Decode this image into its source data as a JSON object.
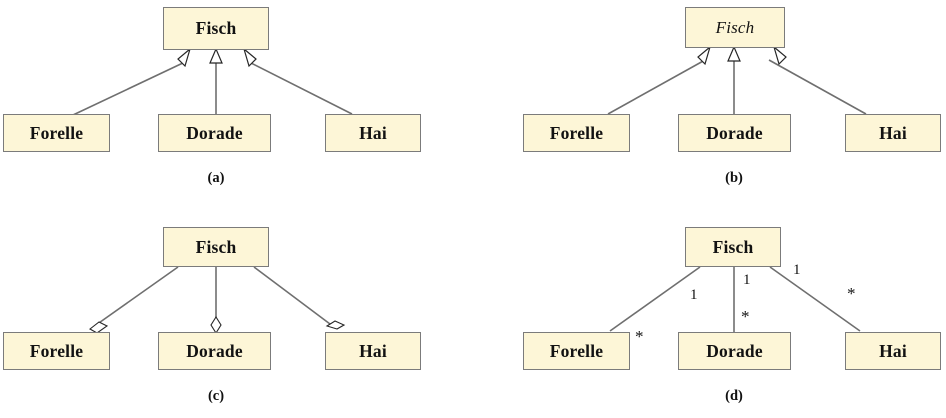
{
  "figure": {
    "title": "UML class relationship variants",
    "colors": {
      "box_fill": "#fdf6d7",
      "box_border": "#7b7b7b",
      "line": "#6f6f6f",
      "text": "#121212"
    }
  },
  "panels": [
    {
      "id": "a",
      "caption": "(a)",
      "relation": "generalization",
      "arrow_marker": "hollow-triangle",
      "parent": {
        "label": "Fisch",
        "abstract": false
      },
      "children": [
        {
          "label": "Forelle"
        },
        {
          "label": "Dorade"
        },
        {
          "label": "Hai"
        }
      ]
    },
    {
      "id": "b",
      "caption": "(b)",
      "relation": "generalization-abstract",
      "arrow_marker": "hollow-triangle",
      "parent": {
        "label": "Fisch",
        "abstract": true
      },
      "children": [
        {
          "label": "Forelle"
        },
        {
          "label": "Dorade"
        },
        {
          "label": "Hai"
        }
      ]
    },
    {
      "id": "c",
      "caption": "(c)",
      "relation": "aggregation",
      "arrow_marker": "hollow-diamond",
      "parent": {
        "label": "Fisch",
        "abstract": false
      },
      "children": [
        {
          "label": "Forelle"
        },
        {
          "label": "Dorade"
        },
        {
          "label": "Hai"
        }
      ]
    },
    {
      "id": "d",
      "caption": "(d)",
      "relation": "association",
      "arrow_marker": "none",
      "parent": {
        "label": "Fisch",
        "abstract": false
      },
      "children": [
        {
          "label": "Forelle",
          "parent_multiplicity": "1",
          "child_multiplicity": "*"
        },
        {
          "label": "Dorade",
          "parent_multiplicity": "1",
          "child_multiplicity": "*"
        },
        {
          "label": "Hai",
          "parent_multiplicity": "1",
          "child_multiplicity": "*"
        }
      ]
    }
  ],
  "labels": {
    "a_parent": "Fisch",
    "a_child1": "Forelle",
    "a_child2": "Dorade",
    "a_child3": "Hai",
    "a_caption": "(a)",
    "b_parent": "Fisch",
    "b_child1": "Forelle",
    "b_child2": "Dorade",
    "b_child3": "Hai",
    "b_caption": "(b)",
    "c_parent": "Fisch",
    "c_child1": "Forelle",
    "c_child2": "Dorade",
    "c_child3": "Hai",
    "c_caption": "(c)",
    "d_parent": "Fisch",
    "d_child1": "Forelle",
    "d_child2": "Dorade",
    "d_child3": "Hai",
    "d_caption": "(d)",
    "d_mult_left_one": "1",
    "d_mult_mid_one": "1",
    "d_mult_right_one": "1",
    "d_mult_left_star": "*",
    "d_mult_mid_star": "*",
    "d_mult_right_star": "*"
  }
}
